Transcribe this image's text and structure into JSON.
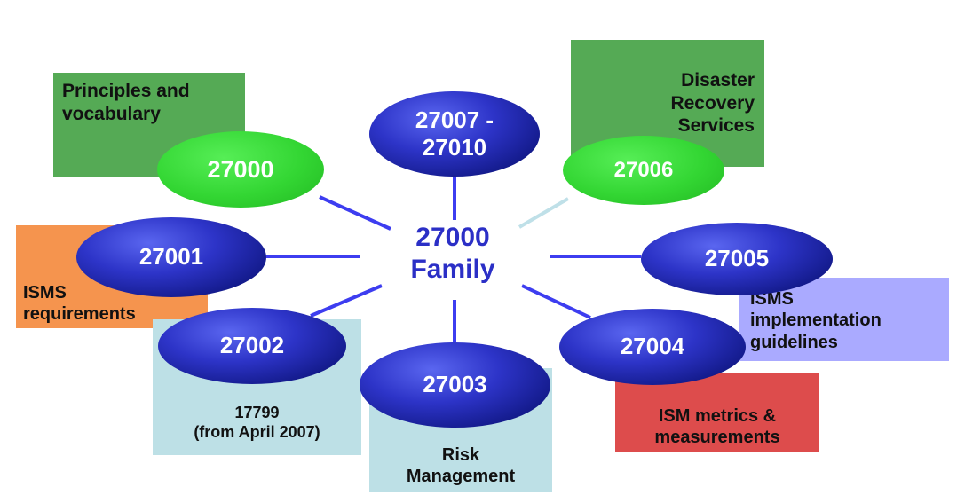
{
  "center": {
    "text": "27000\nFamily",
    "color": "#2b2fc6"
  },
  "nodes": [
    {
      "label": "27000",
      "style": "green",
      "caption": "Principles and\nvocabulary",
      "caption_color": "#55aa55"
    },
    {
      "label": "27007 -\n27010",
      "style": "blue",
      "caption": "",
      "caption_color": ""
    },
    {
      "label": "27006",
      "style": "green",
      "caption": "Disaster\nRecovery\nServices",
      "caption_color": "#55aa55"
    },
    {
      "label": "27001",
      "style": "blue",
      "caption": "ISMS\nrequirements",
      "caption_color": "#f5944e"
    },
    {
      "label": "27005",
      "style": "blue",
      "caption": "ISMS\nimplementation\nguidelines",
      "caption_color": "#aaaaff"
    },
    {
      "label": "27002",
      "style": "blue",
      "caption": "17799\n(from April 2007)",
      "caption_color": "#bde0e6"
    },
    {
      "label": "27003",
      "style": "blue",
      "caption": "Risk\nManagement",
      "caption_color": "#bde0e6"
    },
    {
      "label": "27004",
      "style": "blue",
      "caption": "ISM metrics &\nmeasurements",
      "caption_color": "#dd4c4c"
    }
  ],
  "connector_color": "#3d3df0",
  "connector_color_light": "#bfe0e8"
}
